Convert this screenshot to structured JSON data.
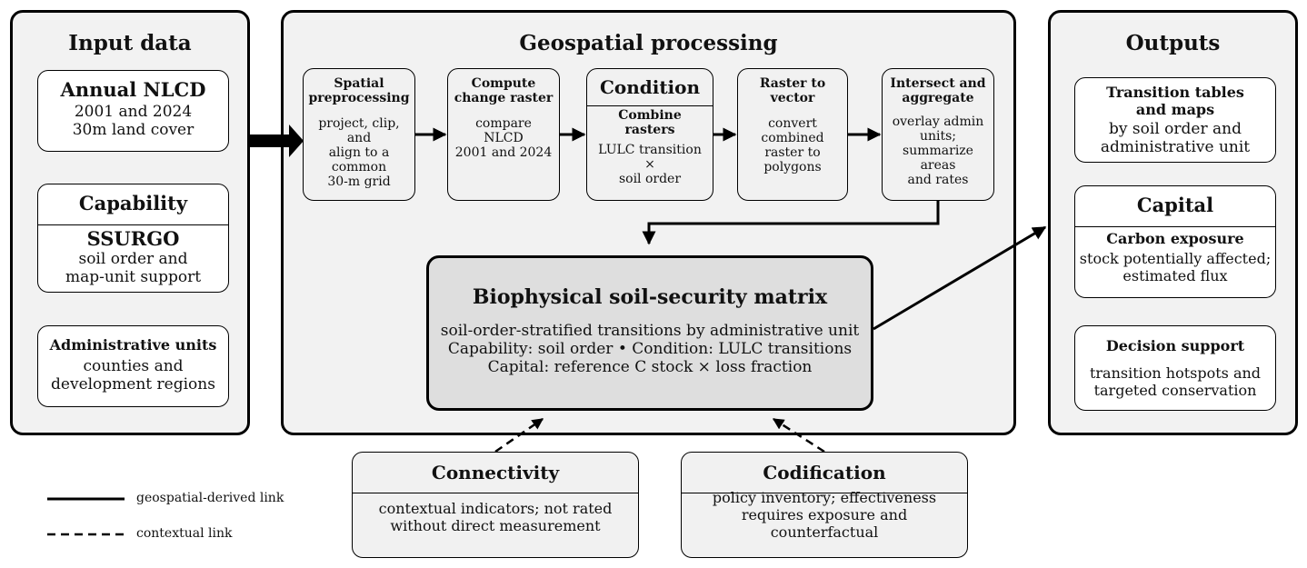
{
  "input_panel": {
    "title": "Input data",
    "nlcd": {
      "title": "Annual NLCD",
      "lines": [
        "2001 and 2024",
        "30m land cover"
      ]
    },
    "capability": {
      "header": "Capability",
      "title": "SSURGO",
      "lines": [
        "soil order and",
        "map-unit support"
      ]
    },
    "admin": {
      "title": "Administrative units",
      "lines": [
        "counties and",
        "development regions"
      ]
    }
  },
  "processing_panel": {
    "title": "Geospatial processing",
    "steps": [
      {
        "title_lines": [
          "Spatial",
          "preprocessing"
        ],
        "lines": [
          "project, clip,",
          "and",
          "align to a",
          "common",
          "30-m grid"
        ]
      },
      {
        "title_lines": [
          "Compute",
          "change raster"
        ],
        "lines": [
          "compare",
          "NLCD",
          "2001 and 2024"
        ]
      },
      {
        "header": "Condition",
        "title_lines": [
          "Combine",
          "rasters"
        ],
        "lines": [
          "LULC transition",
          "×",
          "soil order"
        ]
      },
      {
        "title_lines": [
          "Raster to",
          "vector"
        ],
        "lines": [
          "convert",
          "combined",
          "raster to",
          "polygons"
        ]
      },
      {
        "title_lines": [
          "Intersect and",
          "aggregate"
        ],
        "lines": [
          "overlay admin",
          "units;",
          "summarize",
          "areas",
          "and rates"
        ]
      }
    ],
    "matrix": {
      "title": "Biophysical soil-security matrix",
      "lines": [
        "soil-order-stratified transitions by administrative unit",
        "Capability: soil order  •  Condition: LULC transitions",
        "Capital: reference C stock × loss fraction"
      ]
    }
  },
  "outputs_panel": {
    "title": "Outputs",
    "tables": {
      "title_lines": [
        "Transition tables",
        "and maps"
      ],
      "lines": [
        "by soil order and",
        "administrative unit"
      ]
    },
    "capital": {
      "header": "Capital",
      "title": "Carbon exposure",
      "lines": [
        "stock potentially affected;",
        "estimated flux"
      ]
    },
    "decision": {
      "title": "Decision support",
      "lines": [
        "transition hotspots and",
        "targeted conservation"
      ]
    }
  },
  "connectivity": {
    "title": "Connectivity",
    "lines": [
      "contextual indicators; not rated",
      "without direct measurement"
    ]
  },
  "codification": {
    "title": "Codification",
    "lines": [
      "policy inventory; effectiveness",
      "requires exposure and",
      "counterfactual"
    ]
  },
  "legend": {
    "solid_label": "geospatial-derived link",
    "dashed_label": "contextual link"
  }
}
